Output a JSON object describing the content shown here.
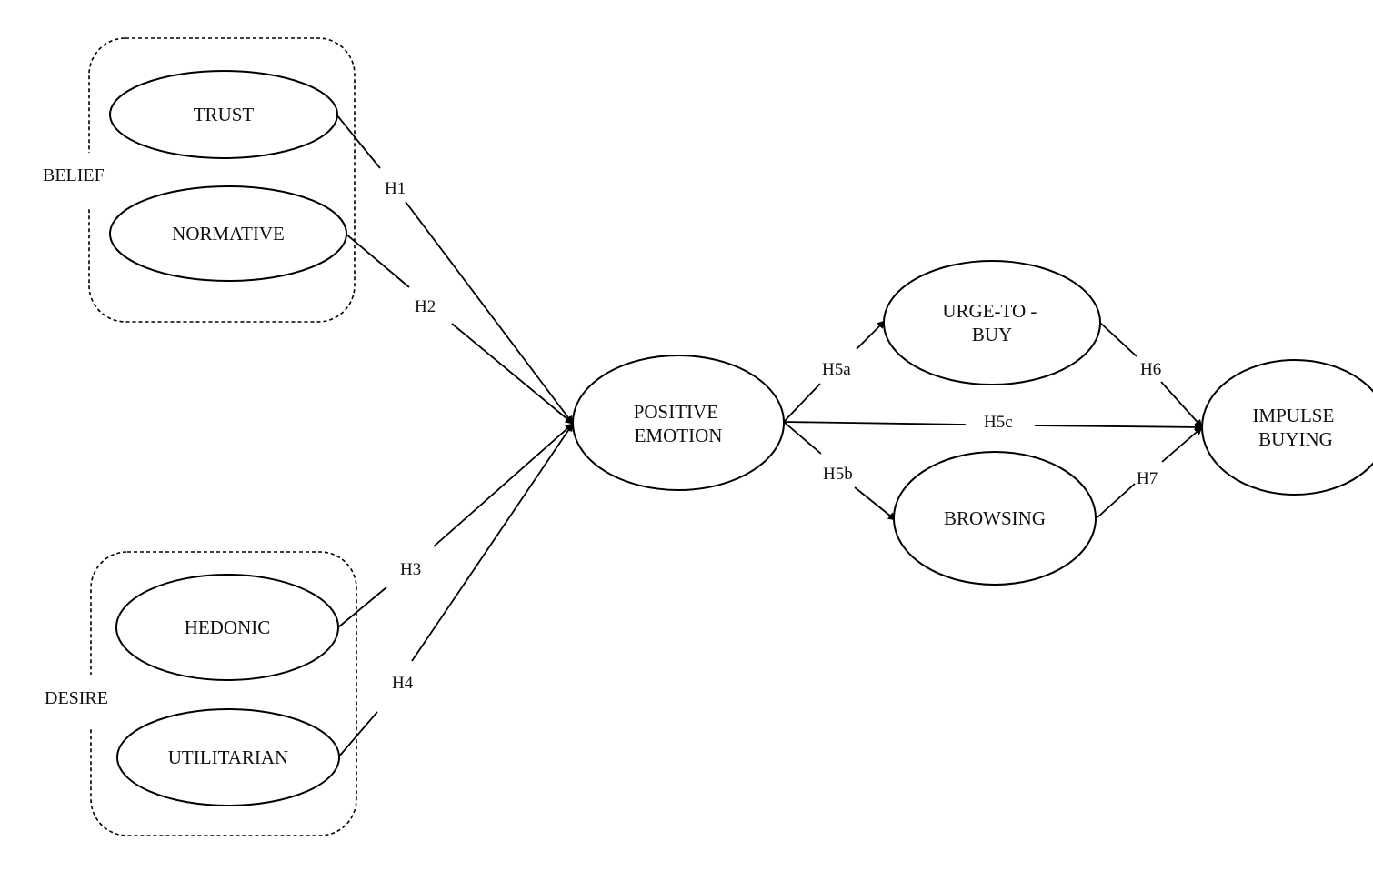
{
  "groups": {
    "belief": "BELIEF",
    "desire": "DESIRE"
  },
  "nodes": {
    "trust": "TRUST",
    "normative": "NORMATIVE",
    "hedonic": "HEDONIC",
    "utilitarian": "UTILITARIAN",
    "positive_emotion": [
      "POSITIVE",
      "EMOTION"
    ],
    "urge_to_buy": [
      "URGE-TO -",
      "BUY"
    ],
    "browsing": "BROWSING",
    "impulse_buying": [
      "IMPULSE",
      "BUYING"
    ]
  },
  "hypotheses": {
    "h1": "H1",
    "h2": "H2",
    "h3": "H3",
    "h4": "H4",
    "h5a": "H5a",
    "h5b": "H5b",
    "h5c": "H5c",
    "h6": "H6",
    "h7": "H7"
  }
}
